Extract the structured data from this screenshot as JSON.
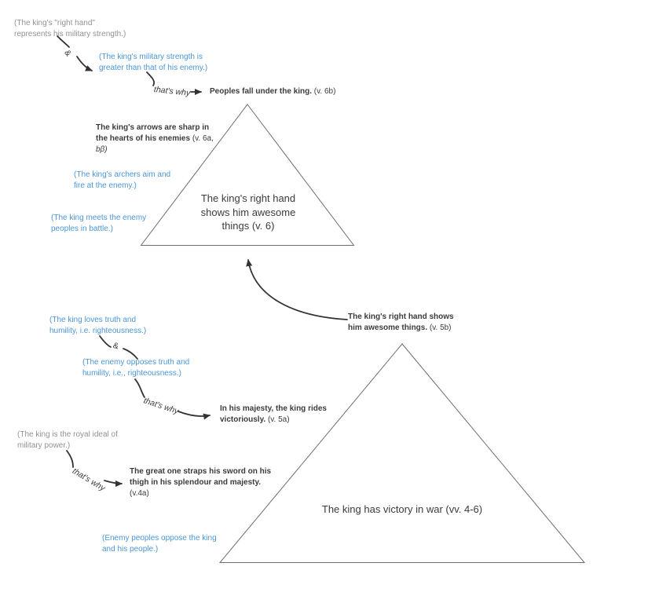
{
  "colors": {
    "text_dark": "#3b3b3b",
    "text_gray": "#929292",
    "text_blue": "#4a96d6",
    "triangle_line": "#6e6e6e",
    "arrow": "#333333"
  },
  "labels": {
    "and": "&",
    "thats_why": "that's why"
  },
  "top_cluster": {
    "note_right_hand": [
      "(The king's \"right hand\"",
      "represents his military strength.)"
    ],
    "note_strength_greater": [
      "(The king's military strength is",
      "greater than that of his enemy.)"
    ],
    "stmt_peoples_fall": {
      "bold": "Peoples fall under the king.",
      "ref": " (v. 6b)"
    },
    "stmt_arrows_sharp": {
      "line1_bold": "The king's arrows are sharp in",
      "line2_bold": "the hearts of his enemies",
      "line2_ref": " (v. 6a,",
      "line3_ref": "bβ)"
    },
    "note_archers_aim": [
      "(The king's archers aim and",
      "fire at the enemy.)"
    ],
    "note_meets_enemy": [
      "(The king meets the enemy",
      "peoples in battle.)"
    ],
    "triangle_label": [
      "The king's right hand",
      "shows him awesome",
      "things (v. 6)"
    ],
    "stmt_right_hand_shows": {
      "line1_bold": "The king's right hand shows",
      "line2_bold": "him awesome things.",
      "line2_ref": " (v. 5b)"
    }
  },
  "bottom_cluster": {
    "note_loves_truth": [
      "(The king loves truth and",
      "humility, i.e. righteousness.)"
    ],
    "note_enemy_opposes": [
      "(The enemy opposes truth and",
      "humility, i.e., righteousness.)"
    ],
    "stmt_majesty_rides": {
      "line1_bold": "In his majesty, the king rides",
      "line2_bold": "victoriously.",
      "line2_ref": " (v. 5a)"
    },
    "note_royal_ideal": [
      "(The king is the royal ideal of",
      "military power.)"
    ],
    "stmt_straps_sword": {
      "line1_bold": "The great one straps his sword on his",
      "line2_bold": "thigh in his splendour and majesty.",
      "line3_ref": "(v.4a)"
    },
    "triangle_label": "The king has victory in war (vv. 4-6)",
    "note_enemy_peoples": [
      "(Enemy peoples oppose the king",
      "and his people.)"
    ]
  }
}
